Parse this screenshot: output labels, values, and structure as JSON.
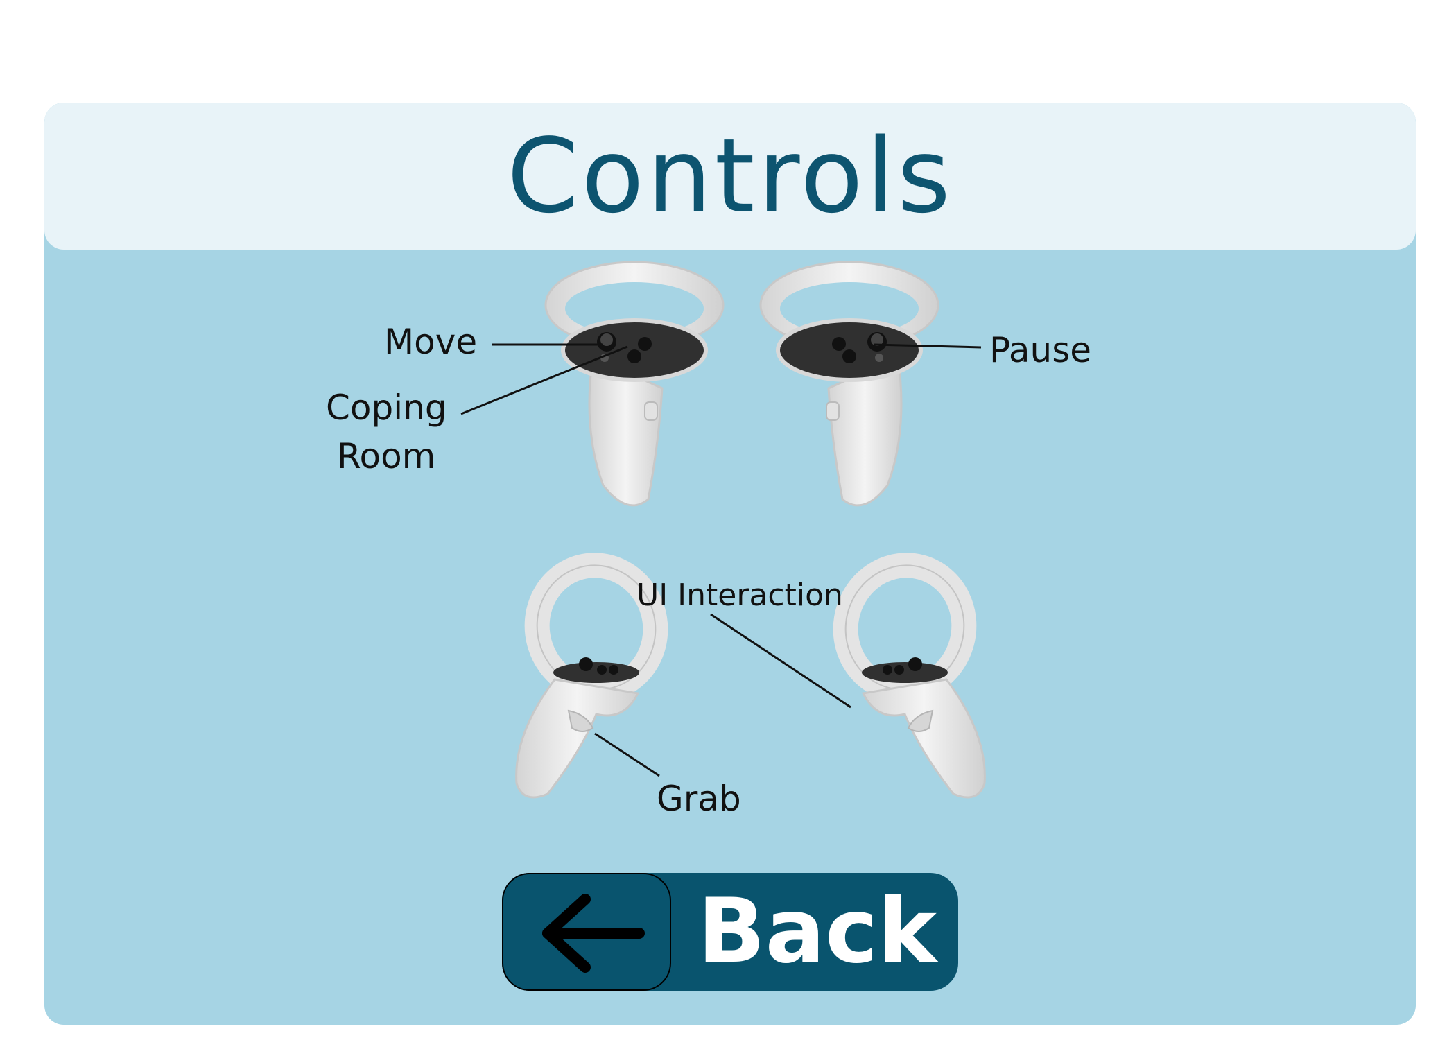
{
  "header": {
    "title": "Controls"
  },
  "labels": {
    "move": "Move",
    "coping_room": "Coping",
    "coping_room_2": "Room",
    "pause": "Pause",
    "ui_interaction": "UI Interaction",
    "grab": "Grab"
  },
  "back_button": {
    "label": "Back",
    "icon": "arrow-left-icon"
  },
  "colors": {
    "panel": "#a6d4e4",
    "header": "#e8f3f8",
    "title": "#0d5470",
    "button": "#09546e",
    "controller": "#e6e6e6",
    "controller_face": "#303030"
  }
}
